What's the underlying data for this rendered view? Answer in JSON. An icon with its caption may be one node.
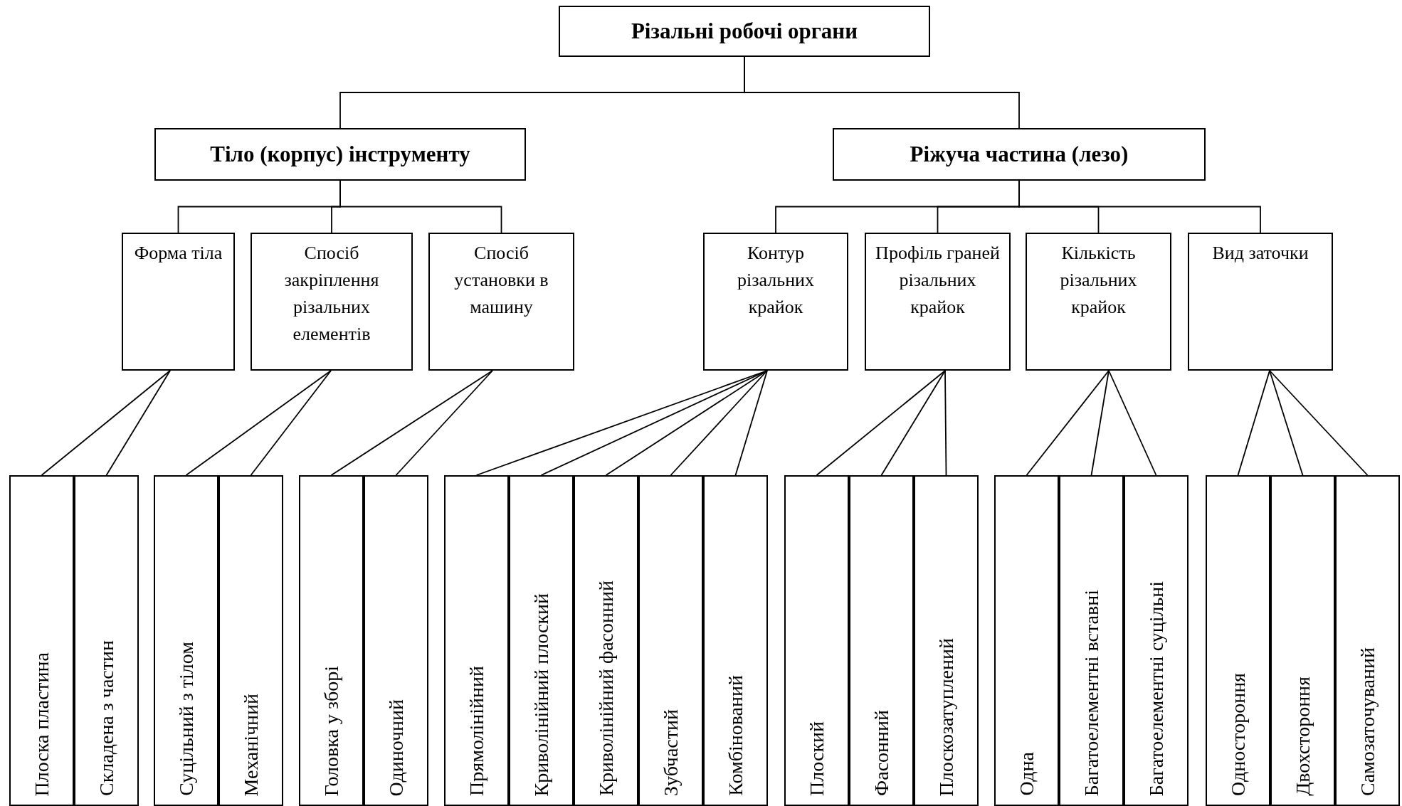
{
  "diagram": {
    "nodes": [
      {
        "text": [
          "Різальні робочі органи"
        ]
      },
      {
        "text": [
          "Тіло (корпус) інструменту"
        ]
      },
      {
        "text": [
          "Ріжуча частина (лезо)"
        ]
      },
      {
        "text": [
          "Форма тіла"
        ]
      },
      {
        "text": [
          "Спосіб закріплення різальних елементів"
        ]
      },
      {
        "text": [
          "Спосіб установки в машину"
        ]
      },
      {
        "text": [
          "Контур різальних крайок"
        ]
      },
      {
        "text": [
          "Профіль граней різальних крайок"
        ]
      },
      {
        "text": [
          "Кількість різальних крайок"
        ]
      },
      {
        "text": [
          "Вид заточки"
        ]
      },
      {
        "text": [
          "Плоска пластина"
        ]
      },
      {
        "text": [
          "Складена з частин"
        ]
      },
      {
        "text": [
          "Суцільний з тілом"
        ]
      },
      {
        "text": [
          "Механічний"
        ]
      },
      {
        "text": [
          "Головка у зборі"
        ]
      },
      {
        "text": [
          "Одиночний"
        ]
      },
      {
        "text": [
          "Прямолінійний"
        ]
      },
      {
        "text": [
          "Криволінійний плоский"
        ]
      },
      {
        "text": [
          "Криволінійний фасонний"
        ]
      },
      {
        "text": [
          "Зубчастий"
        ]
      },
      {
        "text": [
          "Комбінований"
        ]
      },
      {
        "text": [
          "Плоский"
        ]
      },
      {
        "text": [
          "Фасонний"
        ]
      },
      {
        "text": [
          "Плоскозатуплений"
        ]
      },
      {
        "text": [
          "Одна"
        ]
      },
      {
        "text": [
          "Багатоелементні вставні"
        ]
      },
      {
        "text": [
          "Багатоелементні суцільні"
        ]
      },
      {
        "text": [
          "Одностороння"
        ]
      },
      {
        "text": [
          "Двохстороння"
        ]
      },
      {
        "text": [
          "Самозаточуваний"
        ]
      }
    ],
    "edges": [
      {
        "from": 0,
        "to": 1,
        "arrow": "none"
      },
      {
        "from": 0,
        "to": 2,
        "arrow": "none"
      },
      {
        "from": 1,
        "to": 3,
        "arrow": "none"
      },
      {
        "from": 1,
        "to": 4,
        "arrow": "none"
      },
      {
        "from": 1,
        "to": 5,
        "arrow": "none"
      },
      {
        "from": 2,
        "to": 6,
        "arrow": "none"
      },
      {
        "from": 2,
        "to": 7,
        "arrow": "none"
      },
      {
        "from": 2,
        "to": 8,
        "arrow": "none"
      },
      {
        "from": 2,
        "to": 9,
        "arrow": "none"
      },
      {
        "from": 3,
        "to": 10,
        "arrow": "none"
      },
      {
        "from": 3,
        "to": 11,
        "arrow": "none"
      },
      {
        "from": 4,
        "to": 12,
        "arrow": "none"
      },
      {
        "from": 4,
        "to": 13,
        "arrow": "none"
      },
      {
        "from": 5,
        "to": 14,
        "arrow": "none"
      },
      {
        "from": 5,
        "to": 15,
        "arrow": "none"
      },
      {
        "from": 6,
        "to": 16,
        "arrow": "none"
      },
      {
        "from": 6,
        "to": 17,
        "arrow": "none"
      },
      {
        "from": 6,
        "to": 18,
        "arrow": "none"
      },
      {
        "from": 6,
        "to": 19,
        "arrow": "none"
      },
      {
        "from": 6,
        "to": 20,
        "arrow": "none"
      },
      {
        "from": 7,
        "to": 21,
        "arrow": "none"
      },
      {
        "from": 7,
        "to": 22,
        "arrow": "none"
      },
      {
        "from": 7,
        "to": 23,
        "arrow": "none"
      },
      {
        "from": 8,
        "to": 24,
        "arrow": "none"
      },
      {
        "from": 8,
        "to": 25,
        "arrow": "none"
      },
      {
        "from": 8,
        "to": 26,
        "arrow": "none"
      },
      {
        "from": 9,
        "to": 27,
        "arrow": "none"
      },
      {
        "from": 9,
        "to": 28,
        "arrow": "none"
      },
      {
        "from": 9,
        "to": 29,
        "arrow": "none"
      }
    ]
  }
}
